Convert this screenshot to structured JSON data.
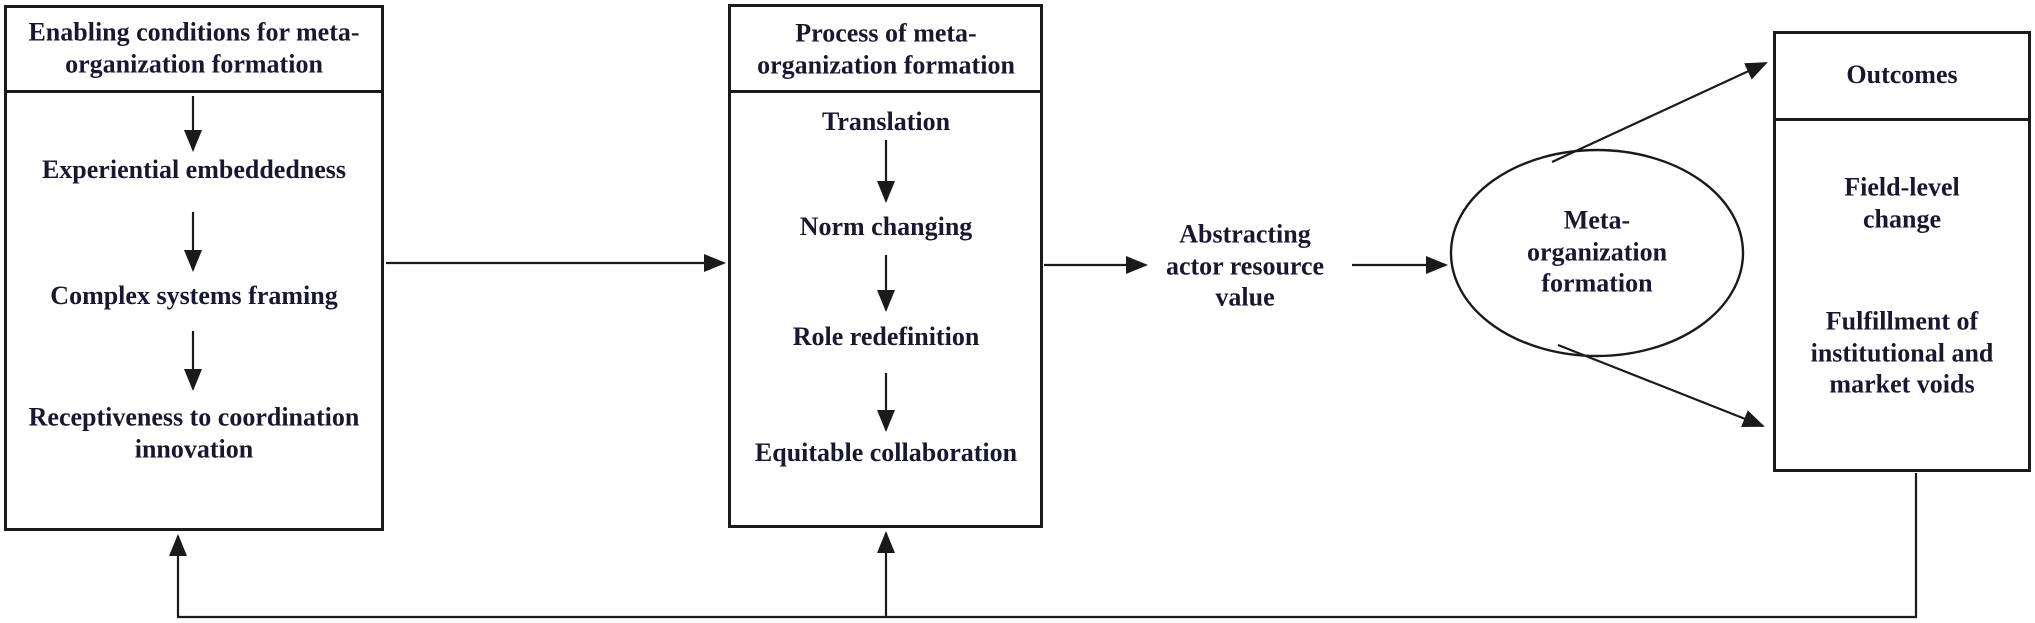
{
  "colors": {
    "line": "#1a1a1a",
    "text": "#181830",
    "background": "#ffffff"
  },
  "enabling": {
    "title_lines": [
      "Enabling conditions for meta-",
      "organization formation"
    ],
    "items": [
      [
        "Experiential embeddedness"
      ],
      [
        "Complex systems framing"
      ],
      [
        "Receptiveness to coordination",
        "innovation"
      ]
    ]
  },
  "process": {
    "title_lines": [
      "Process of meta-",
      "organization formation"
    ],
    "items": [
      "Translation",
      "Norm changing",
      "Role redefinition",
      "Equitable collaboration"
    ]
  },
  "abstracting_lines": [
    "Abstracting",
    "actor resource",
    "value"
  ],
  "ellipse_lines": [
    "Meta-",
    "organization",
    "formation"
  ],
  "outcomes": {
    "title": "Outcomes",
    "items": [
      [
        "Field-level",
        "change"
      ],
      [
        "Fulfillment of",
        "institutional and",
        "market voids"
      ]
    ]
  }
}
